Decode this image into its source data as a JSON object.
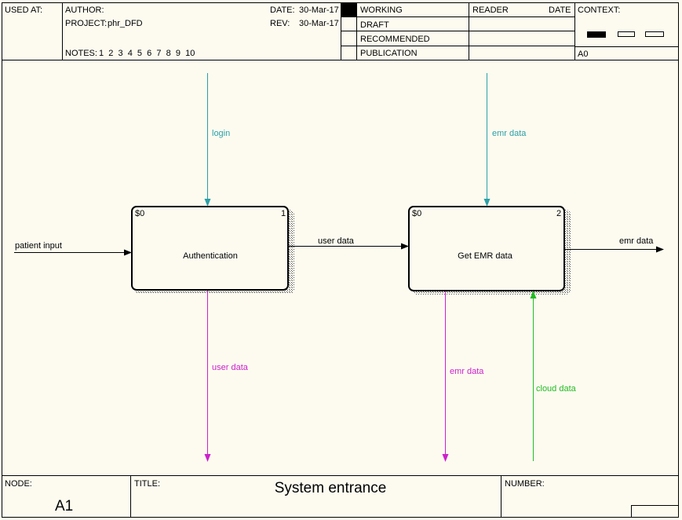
{
  "header": {
    "used_at_label": "USED AT:",
    "author_label": "AUTHOR:",
    "project_label": "PROJECT:",
    "project_value": "phr_DFD",
    "notes_label": "NOTES:",
    "notes_numbers": "1  2  3  4  5  6  7  8  9  10",
    "date_label": "DATE:",
    "date_value": "30-Mar-17",
    "rev_label": "REV:",
    "rev_value": "30-Mar-17",
    "status": [
      "WORKING",
      "DRAFT",
      "RECOMMENDED",
      "PUBLICATION"
    ],
    "reader_label": "READER",
    "reader_date_label": "DATE",
    "context_label": "CONTEXT:",
    "context_node": "A0"
  },
  "processes": [
    {
      "name": "Authentication",
      "cost": "$0",
      "number": "1"
    },
    {
      "name": "Get EMR data",
      "cost": "$0",
      "number": "2"
    }
  ],
  "arrows": {
    "login": "login",
    "emr_in": "emr data",
    "patient_input": "patient input",
    "user_data_between": "user data",
    "emr_out": "emr data",
    "user_data_down": "user data",
    "emr_down": "emr data",
    "cloud_data": "cloud data"
  },
  "colors": {
    "teal": "#2aa0a8",
    "magenta": "#cc22cc",
    "green": "#22bb22"
  },
  "footer": {
    "node_label": "NODE:",
    "node_value": "A1",
    "title_label": "TITLE:",
    "title_value": "System entrance",
    "number_label": "NUMBER:"
  }
}
